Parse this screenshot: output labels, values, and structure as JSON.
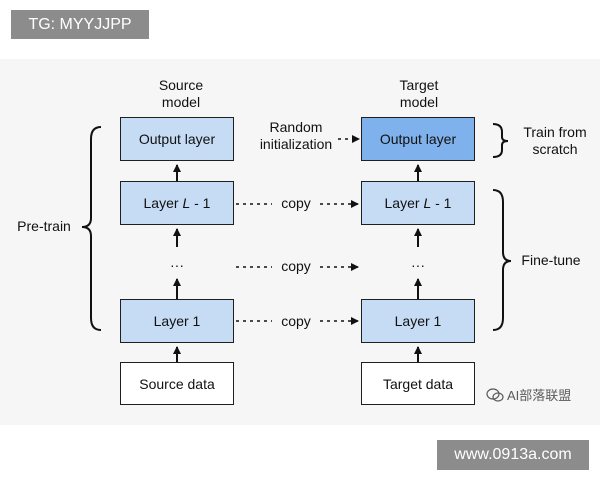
{
  "top_tag": "TG: MYYJJPP",
  "bottom_tag": "www.0913a.com",
  "watermark": "AI部落联盟",
  "source": {
    "heading_line1": "Source",
    "heading_line2": "model",
    "output_layer": "Output layer",
    "layer_last": "Layer L - 1",
    "ellipsis": "···",
    "layer_first": "Layer 1",
    "data": "Source data"
  },
  "target": {
    "heading_line1": "Target",
    "heading_line2": "model",
    "output_layer": "Output layer",
    "layer_last": "Layer L - 1",
    "ellipsis": "···",
    "layer_first": "Layer 1",
    "data": "Target data"
  },
  "random_init_line1": "Random",
  "random_init_line2": "initialization",
  "copy_label": "copy",
  "pretrain_label": "Pre-train",
  "train_scratch_line1": "Train from",
  "train_scratch_line2": "scratch",
  "finetune_label": "Fine-tune",
  "colors": {
    "layer_fill": "#c6dcf5",
    "target_output_fill": "#7fb2ec",
    "tag_fill": "#8c8c8c"
  }
}
